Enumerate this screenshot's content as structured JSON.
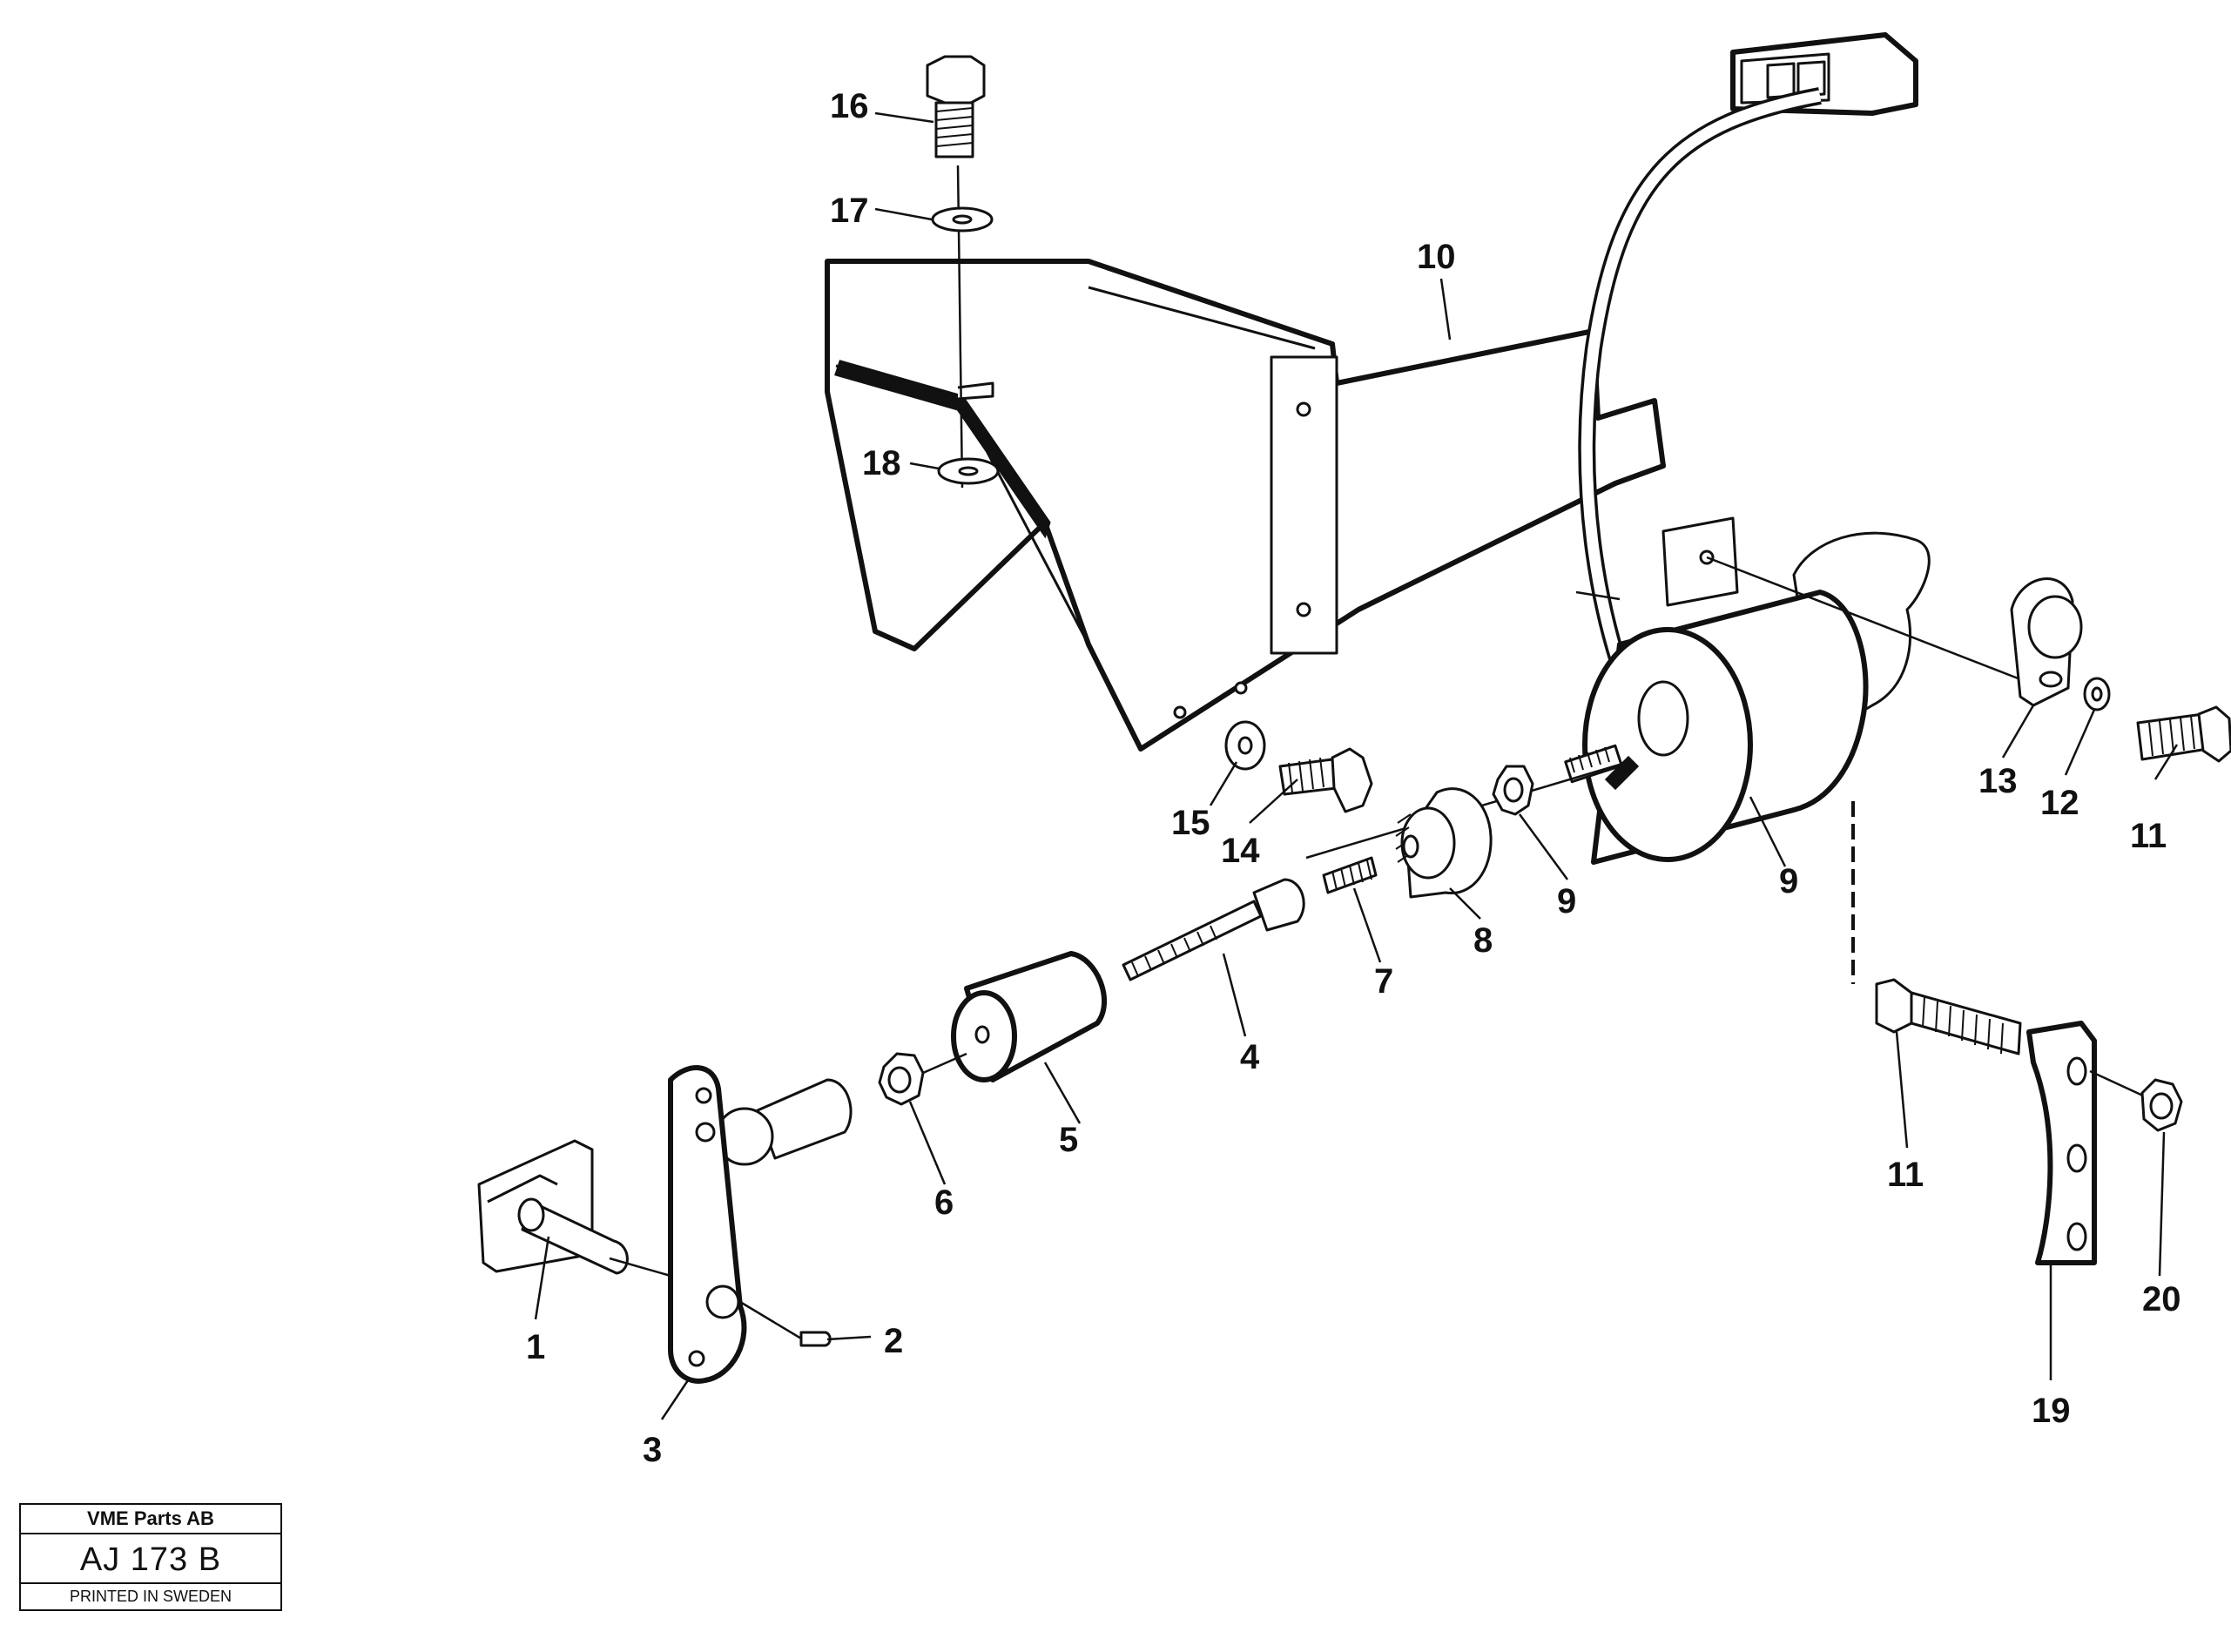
{
  "stamp": {
    "company": "VME Parts AB",
    "code": "AJ 173 B",
    "printed": "PRINTED IN SWEDEN"
  },
  "callouts": {
    "c1": "1",
    "c2": "2",
    "c3": "3",
    "c4": "4",
    "c5": "5",
    "c6": "6",
    "c7": "7",
    "c8": "8",
    "c9a": "9",
    "c9b": "9",
    "c10": "10",
    "c11a": "11",
    "c11b": "11",
    "c12": "12",
    "c13": "13",
    "c14": "14",
    "c15": "15",
    "c16": "16",
    "c17": "17",
    "c18": "18",
    "c19": "19",
    "c20": "20"
  }
}
